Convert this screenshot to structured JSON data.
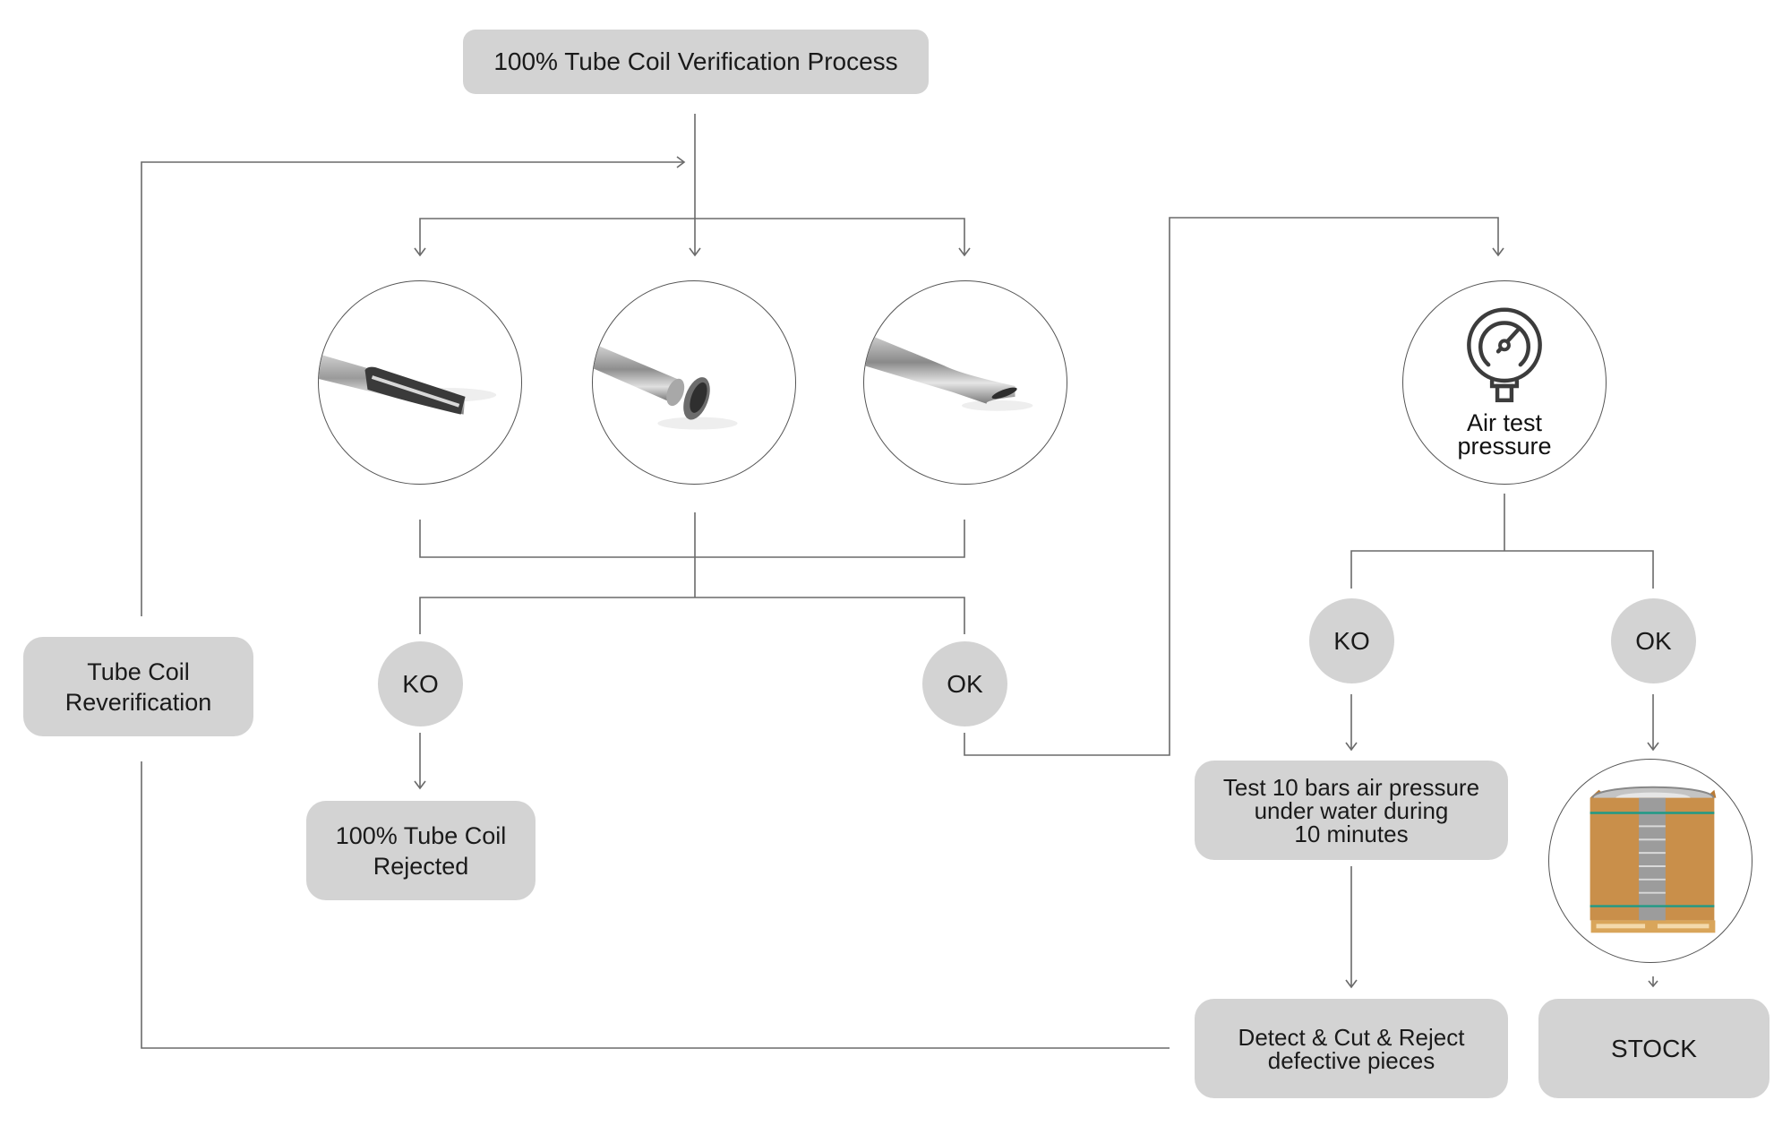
{
  "title": "100% Tube Coil Verification Process",
  "reverification": {
    "line1": "Tube Coil",
    "line2": "Reverification"
  },
  "inspections": [
    {
      "name": "slotted-tube-end",
      "icon": "tube-slotted-photo"
    },
    {
      "name": "flared-tube-end",
      "icon": "tube-flared-photo"
    },
    {
      "name": "flattened-tube-end",
      "icon": "tube-flattened-photo"
    }
  ],
  "first_check": {
    "ko_label": "KO",
    "ok_label": "OK",
    "rejected": {
      "line1": "100% Tube Coil",
      "line2": "Rejected"
    }
  },
  "air_test": {
    "icon": "pressure-gauge-icon",
    "line1": "Air test",
    "line2": "pressure"
  },
  "second_check": {
    "ko_label": "KO",
    "ok_label": "OK",
    "test": {
      "line1": "Test 10 bars air pressure",
      "line2": "under water during",
      "line3": "10 minutes"
    },
    "detect": {
      "line1": "Detect & Cut & Reject",
      "line2": "defective pieces"
    },
    "stock_image": "packed-coil-pallet-photo",
    "stock_label": "STOCK"
  },
  "colors": {
    "box_fill": "#d3d3d3",
    "line": "#666666",
    "text": "#1a1a1a",
    "cardboard": "#c98f4a",
    "strap": "#1f9a86"
  }
}
